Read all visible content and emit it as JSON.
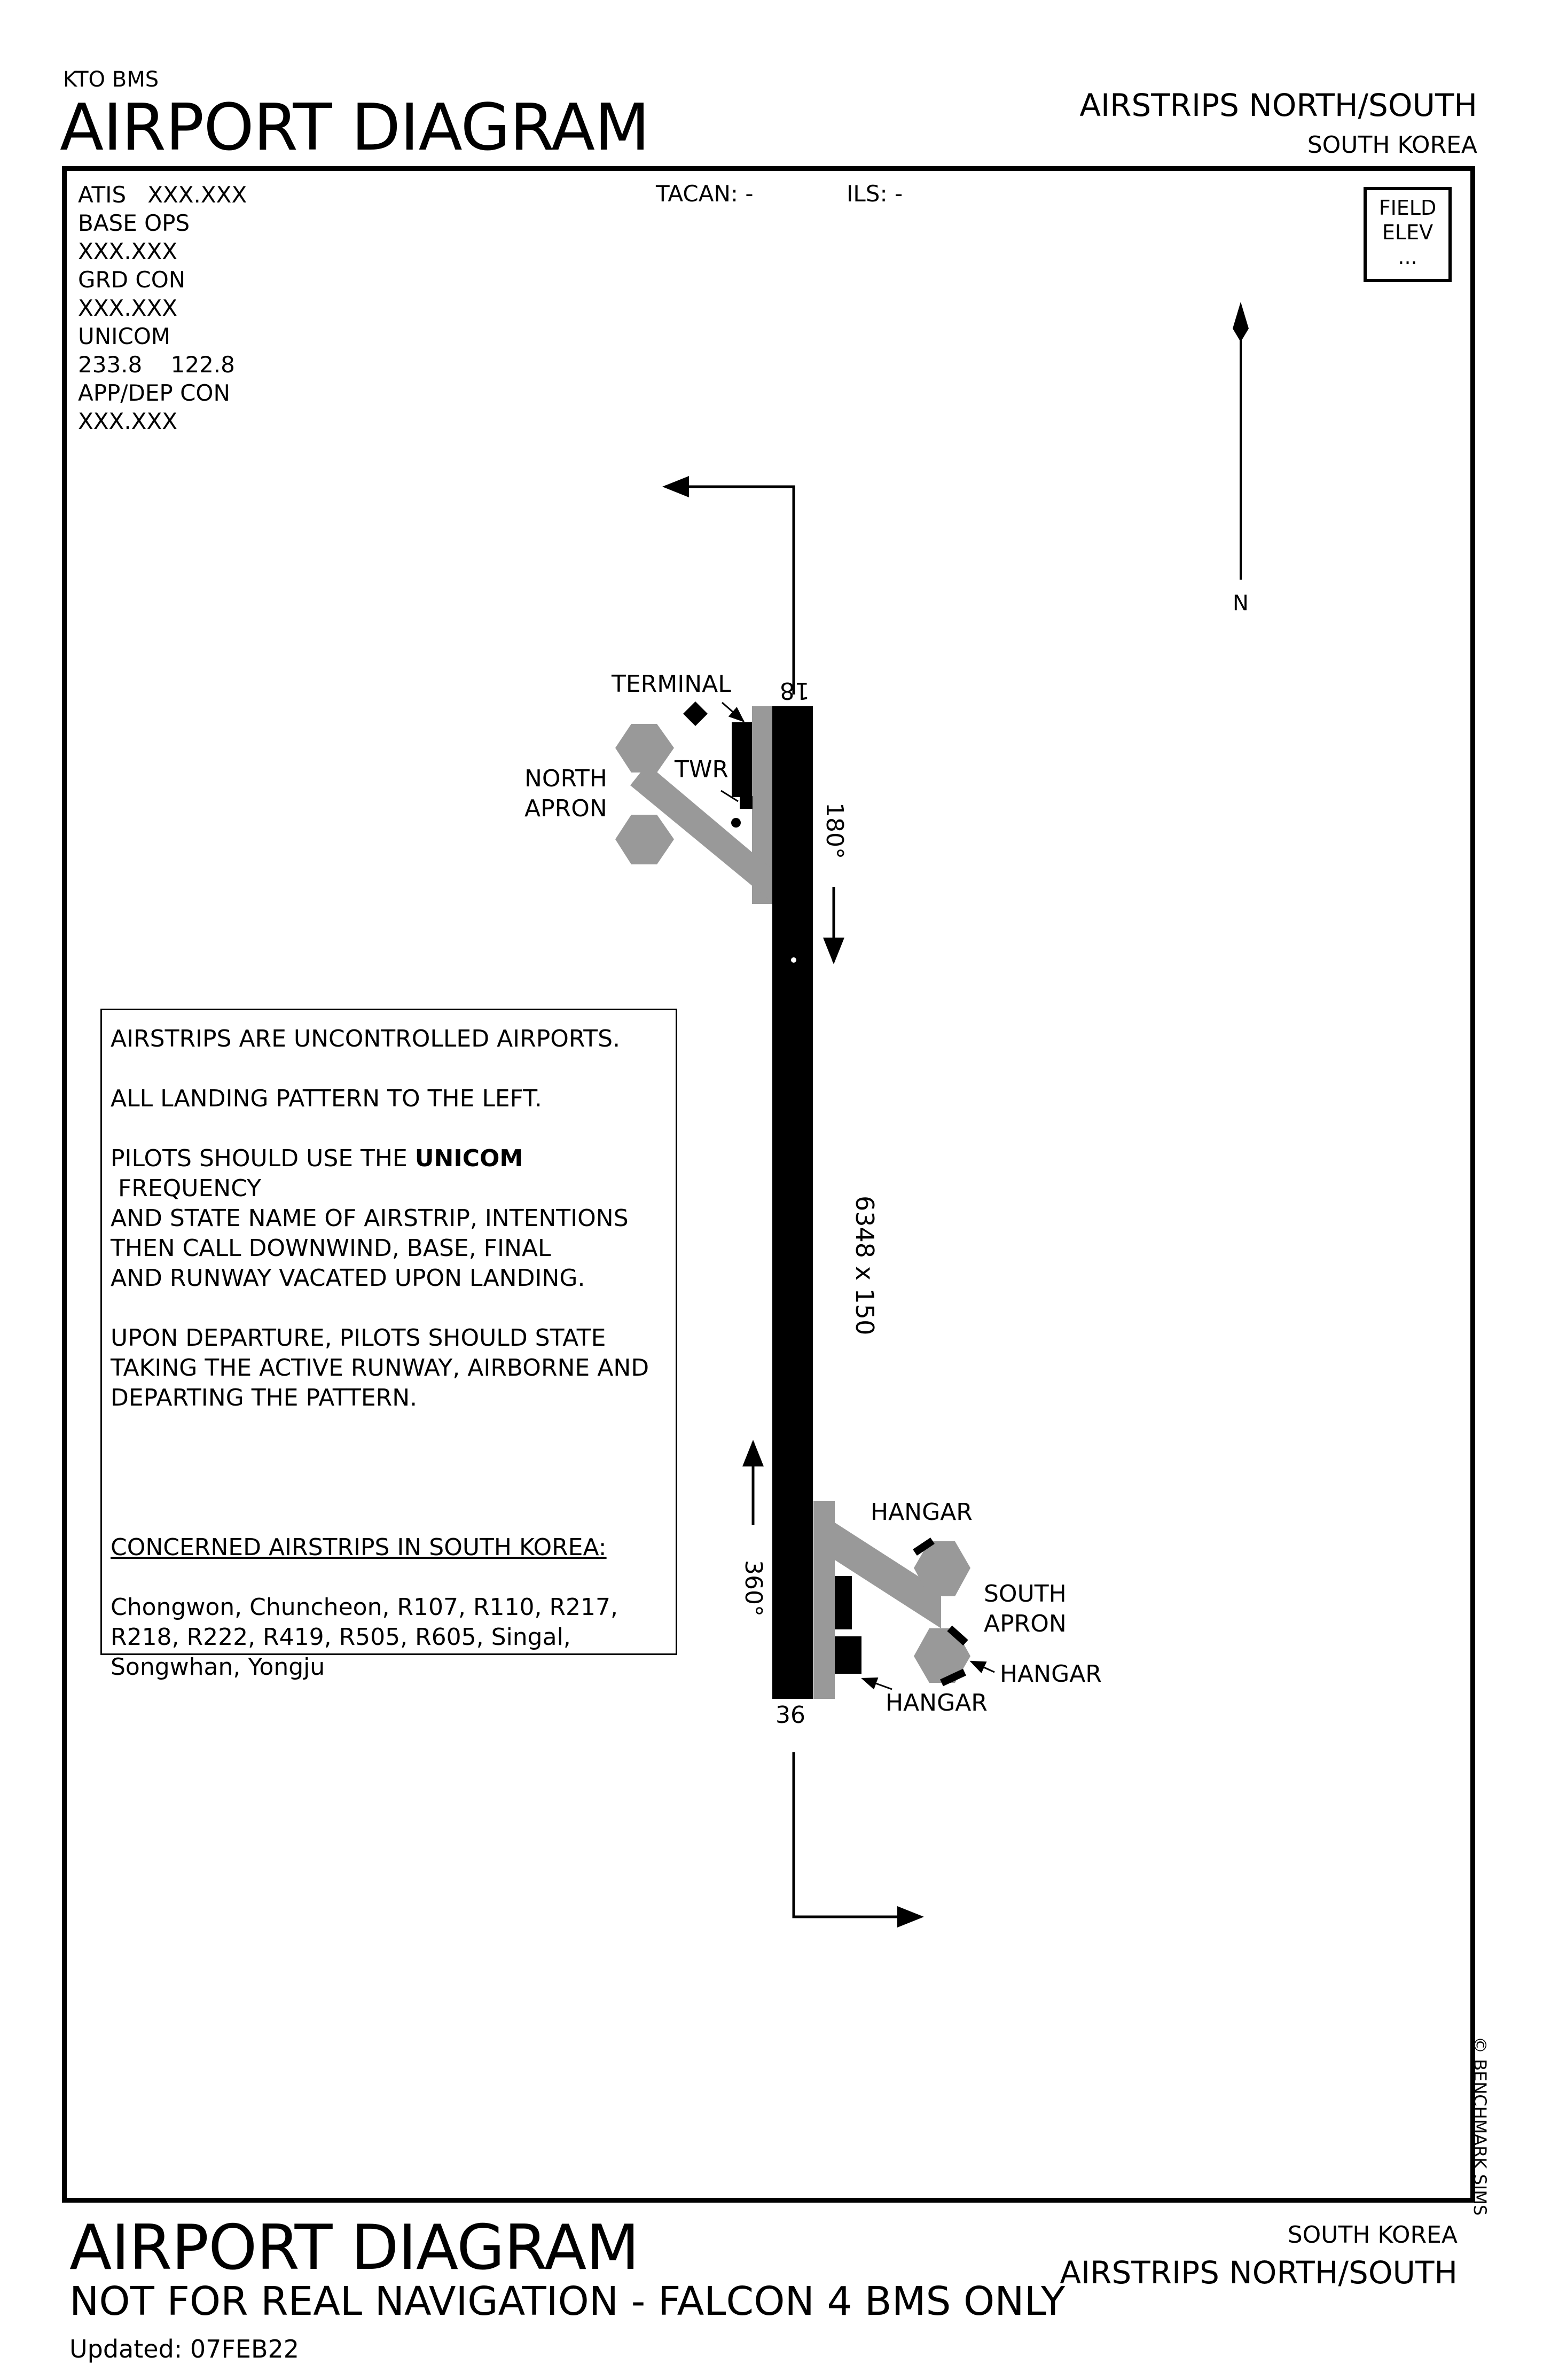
{
  "header": {
    "theater": "KTO BMS",
    "title": "AIRPORT DIAGRAM",
    "airport": "AIRSTRIPS NORTH/SOUTH",
    "country": "SOUTH KOREA"
  },
  "frequencies": {
    "atis": "ATIS   XXX.XXX",
    "base_ops_label": "BASE OPS",
    "base_ops_value": "XXX.XXX",
    "grd_con_label": "GRD CON",
    "grd_con_value": "XXX.XXX",
    "unicom_label": "UNICOM",
    "unicom_value": "233.8    122.8",
    "app_dep_label": "APP/DEP CON",
    "app_dep_value": "XXX.XXX"
  },
  "navaids": {
    "tacan": "TACAN: -",
    "ils": "ILS: -"
  },
  "field_elev": {
    "line1": "FIELD",
    "line2": "ELEV",
    "value": "..."
  },
  "north_label": "N",
  "runway": {
    "north_end": "18",
    "south_end": "36",
    "heading_south": "180°",
    "heading_north": "360°",
    "dimensions": "6348 x 150"
  },
  "labels": {
    "terminal": "TERMINAL",
    "twr": "TWR",
    "north_apron_1": "NORTH",
    "north_apron_2": "APRON",
    "south_apron_1": "SOUTH",
    "south_apron_2": "APRON",
    "hangar_top": "HANGAR",
    "hangar_right": "HANGAR",
    "hangar_bottom": "HANGAR"
  },
  "notes": {
    "line1": "AIRSTRIPS ARE UNCONTROLLED AIRPORTS.",
    "line2": "ALL LANDING PATTERN TO THE LEFT.",
    "line3_pre": "PILOTS SHOULD USE THE ",
    "line3_bold": "UNICOM",
    "line3_post": " FREQUENCY",
    "line4": "AND STATE NAME OF AIRSTRIP, INTENTIONS",
    "line5": "THEN CALL DOWNWIND, BASE, FINAL",
    "line6": "AND RUNWAY VACATED UPON LANDING.",
    "line7": "UPON DEPARTURE, PILOTS SHOULD STATE",
    "line8": "TAKING THE ACTIVE RUNWAY, AIRBORNE AND",
    "line9": "DEPARTING THE PATTERN.",
    "concerned_title": "CONCERNED AIRSTRIPS IN SOUTH KOREA:",
    "list1": "Chongwon, Chuncheon, R107, R110, R217,",
    "list2": "R218, R222, R419, R505, R605, Singal,",
    "list3": "Songwhan, Yongju"
  },
  "footer": {
    "title": "AIRPORT DIAGRAM",
    "disclaimer": "NOT FOR REAL NAVIGATION - FALCON 4 BMS ONLY",
    "updated": "Updated: 07FEB22",
    "country": "SOUTH KOREA",
    "airport": "AIRSTRIPS NORTH/SOUTH"
  },
  "copyright": "© BENCHMARK SIMS",
  "colors": {
    "ink": "#000000",
    "taxiway": "#999999",
    "paper": "#ffffff"
  }
}
